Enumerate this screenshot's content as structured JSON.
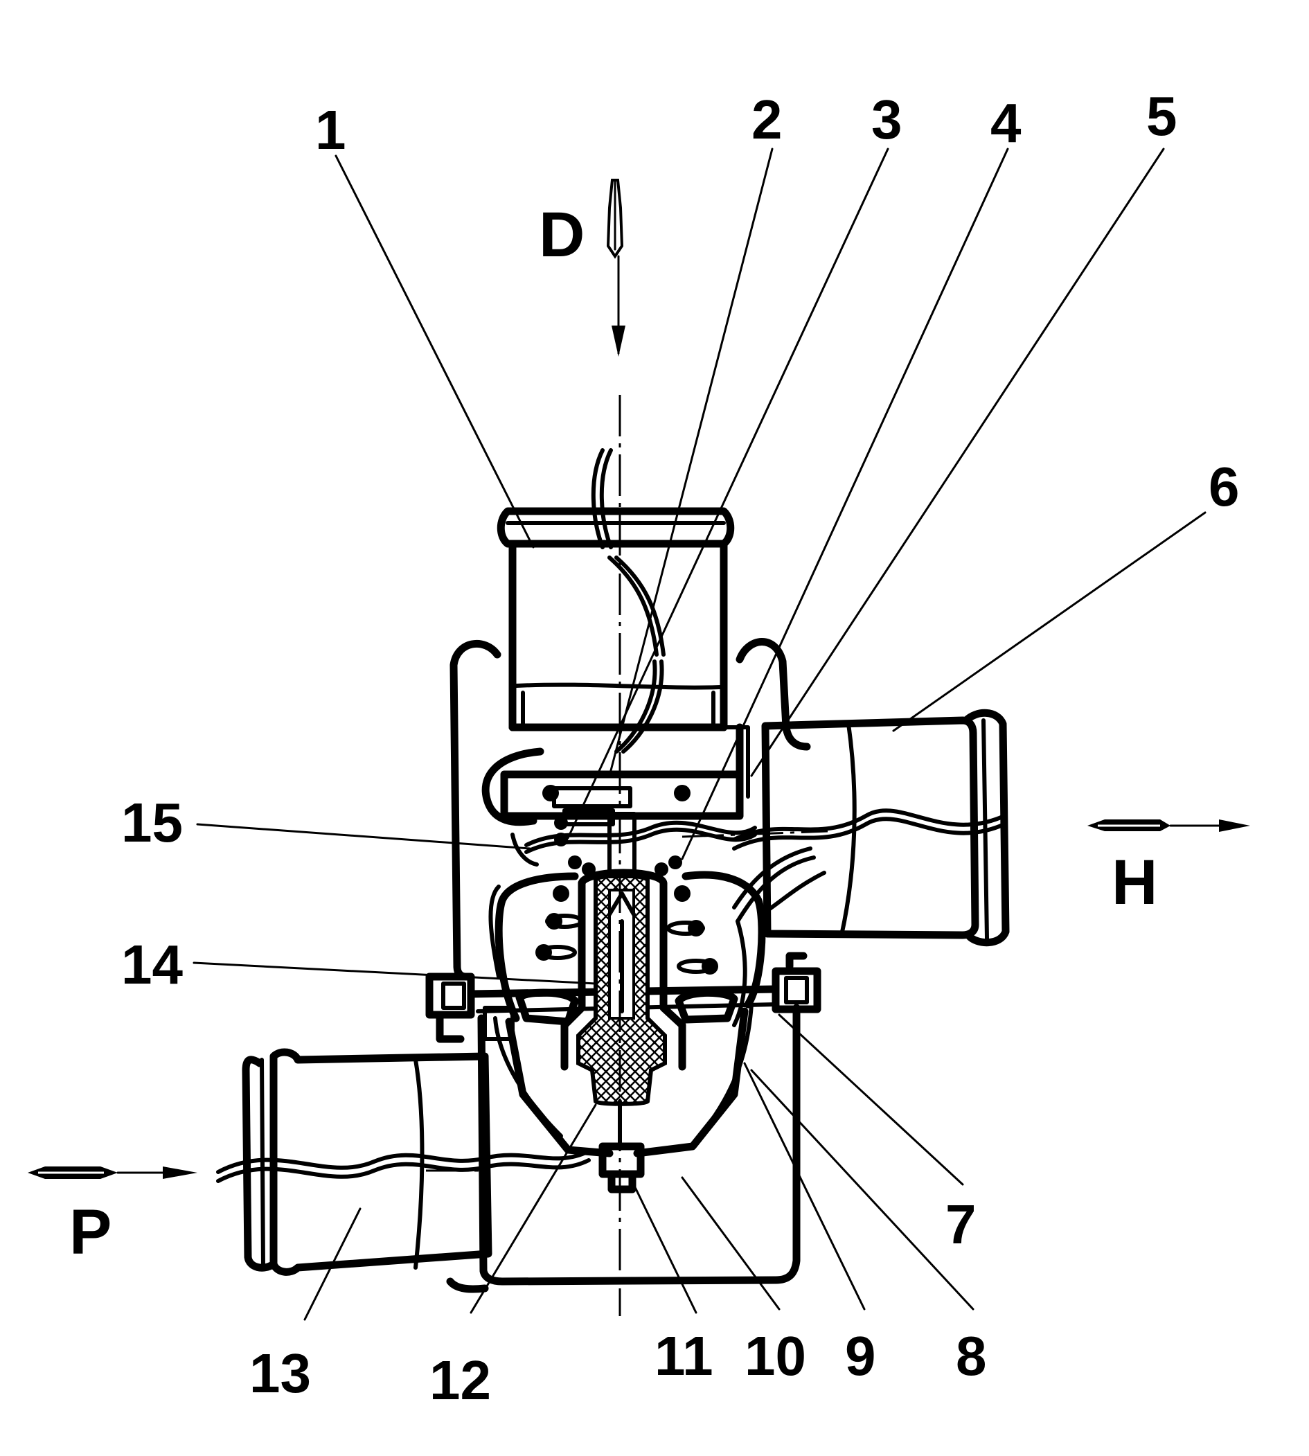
{
  "labels": {
    "n1": "1",
    "n2": "2",
    "n3": "3",
    "n4": "4",
    "n5": "5",
    "n6": "6",
    "n7": "7",
    "n8": "8",
    "n9": "9",
    "n10": "10",
    "n11": "11",
    "n12": "12",
    "n13": "13",
    "n14": "14",
    "n15": "15"
  },
  "flow_labels": {
    "d": "D",
    "h": "H",
    "p": "P"
  },
  "colors": {
    "ink": "#000000",
    "paper": "#ffffff"
  }
}
